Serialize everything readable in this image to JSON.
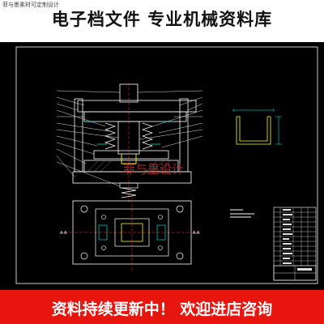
{
  "header": {
    "small_watermark": "菲与墨素材可定制设计",
    "title": "电子档文件   专业机械资料库"
  },
  "drawing": {
    "watermark": "菲与墨设计",
    "section_left_label": "A-A",
    "section_right_label": "A-A",
    "colors": {
      "background": "#000000",
      "frame": "#ffffff",
      "die_line": "#ffffff",
      "part_line": "#ffff00",
      "section": "#00ffff",
      "hatch": "#ff3333",
      "leader": "#dddddd",
      "watermark": "#cc3333"
    }
  },
  "footer": {
    "text": "资料持续更新中！ 欢迎进店咨询"
  }
}
